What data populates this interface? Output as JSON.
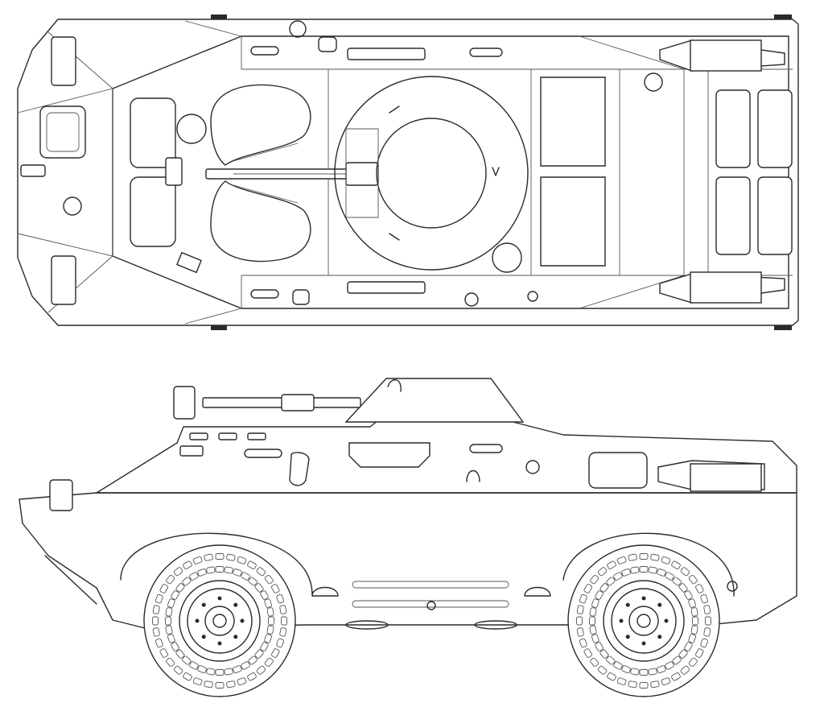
{
  "drawing": {
    "views": [
      {
        "id": "top",
        "name": "top-view"
      },
      {
        "id": "side",
        "name": "side-view"
      }
    ],
    "line_color": "#2a2a2a",
    "background": "#ffffff"
  }
}
